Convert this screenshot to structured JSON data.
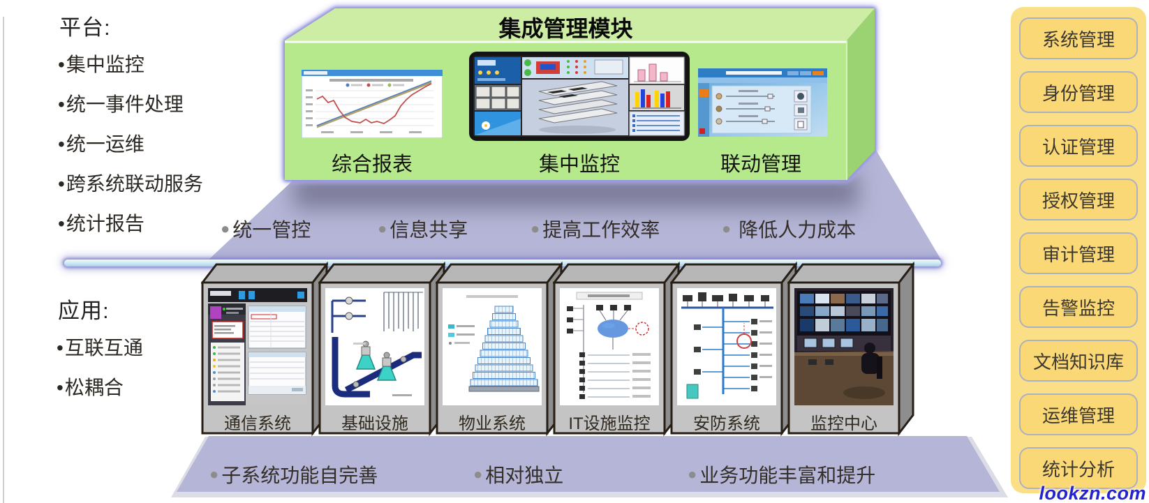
{
  "glyphs": {
    "bullet": "•",
    "dot": "●"
  },
  "platform_panel": {
    "heading": "平台:",
    "items": [
      "集中监控",
      "统一事件处理",
      "统一运维",
      "跨系统联动服务",
      "统计报告"
    ]
  },
  "application_panel": {
    "heading": "应用:",
    "items": [
      "互联互通",
      "松耦合"
    ]
  },
  "integration_module": {
    "title": "集成管理模块",
    "screens": [
      {
        "label": "综合报表",
        "icon": "report-chart-thumbnail"
      },
      {
        "label": "集中监控",
        "icon": "monitoring-wall-thumbnail"
      },
      {
        "label": "联动管理",
        "icon": "linkage-console-thumbnail"
      }
    ]
  },
  "platform_benefits": {
    "items": [
      "统一管控",
      "信息共享",
      "提高工作效率",
      "降低人力成本"
    ]
  },
  "subsystems": {
    "items": [
      {
        "label": "通信系统",
        "icon": "communication-system-thumbnail"
      },
      {
        "label": "基础设施",
        "icon": "infrastructure-thumbnail"
      },
      {
        "label": "物业系统",
        "icon": "property-system-thumbnail"
      },
      {
        "label": "IT设施监控",
        "icon": "it-facility-monitoring-thumbnail"
      },
      {
        "label": "安防系统",
        "icon": "security-system-thumbnail"
      },
      {
        "label": "监控中心",
        "icon": "monitoring-center-thumbnail"
      }
    ]
  },
  "application_benefits": {
    "items": [
      "子系统功能自完善",
      "相对独立",
      "业务功能丰富和提升"
    ]
  },
  "management_menu": {
    "items": [
      "系统管理",
      "身份管理",
      "认证管理",
      "授权管理",
      "审计管理",
      "告警监控",
      "文档知识库",
      "运维管理",
      "统计分析"
    ]
  },
  "watermark": {
    "text": "lookzn.com"
  },
  "colors": {
    "module_top": "#cdeca4",
    "module_front": "#b6e88c",
    "module_side": "#9cd372",
    "module_glow": "#9696da",
    "tier": "#b5b5d7",
    "divider": "#cbe7f2",
    "box_fill": "#c4c4c4",
    "box_border": "#271e15",
    "menu_panel": "#fbdf87",
    "menu_button": "#fbd876",
    "menu_border": "#abb1c3",
    "watermark_blue": "#2424ce"
  }
}
